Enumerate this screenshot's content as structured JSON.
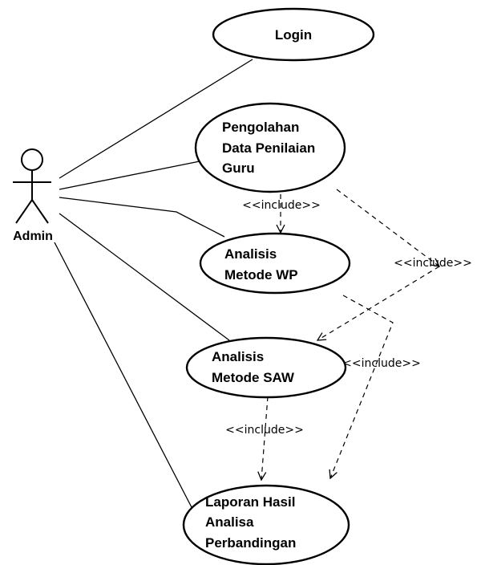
{
  "actor": {
    "name": "Admin"
  },
  "use_cases": {
    "login": {
      "lines": [
        "Login"
      ]
    },
    "pengolahan": {
      "lines": [
        "Pengolahan",
        "Data Penilaian",
        "Guru"
      ]
    },
    "wp": {
      "lines": [
        "Analisis",
        "Metode WP"
      ]
    },
    "saw": {
      "lines": [
        "Analisis",
        "Metode SAW"
      ]
    },
    "laporan": {
      "lines": [
        "Laporan Hasil",
        "Analisa",
        "Perbandingan"
      ]
    }
  },
  "relations": {
    "include_1": "<<include>>",
    "include_2": "<<include>>",
    "include_3": "<<include>>",
    "include_4": "<<include>>"
  },
  "colors": {
    "stroke": "#000000",
    "background": "#ffffff"
  }
}
